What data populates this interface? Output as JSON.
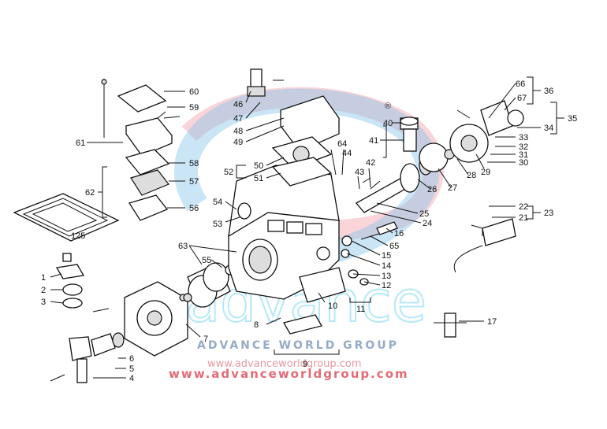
{
  "watermark": {
    "company": "ADVANCE WORLD GROUP",
    "url_light": "www.advanceworldgroup.com",
    "url_bold": "www.advanceworldgroup.com",
    "brand": "advance",
    "registered": "®",
    "colors": {
      "blue": "#5aa9dc",
      "red": "#e05a66",
      "light_blue": "#aee6f8"
    }
  },
  "labels": {
    "l1": "1",
    "l2": "2",
    "l3": "3",
    "l4": "4",
    "l5": "5",
    "l6": "6",
    "l7": "7",
    "l8": "8",
    "l9": "9",
    "l10": "10",
    "l11": "11",
    "l12": "12",
    "l13": "13",
    "l14": "14",
    "l15": "15",
    "l16": "16",
    "l17": "17",
    "l21": "21",
    "l22": "22",
    "l23": "23",
    "l24": "24",
    "l25": "25",
    "l26": "26",
    "l27": "27",
    "l28": "28",
    "l29": "29",
    "l30": "30",
    "l31": "31",
    "l32": "32",
    "l33": "33",
    "l34": "34",
    "l35": "35",
    "l36": "36",
    "l40": "40",
    "l41": "41",
    "l42": "42",
    "l43": "43",
    "l44": "44",
    "l46": "46",
    "l47": "47",
    "l48": "48",
    "l49": "49",
    "l50": "50",
    "l51": "51",
    "l52": "52",
    "l53": "53",
    "l54": "54",
    "l55": "55",
    "l56": "56",
    "l57": "57",
    "l58": "58",
    "l59": "59",
    "l60": "60",
    "l61": "61",
    "l62": "62",
    "l63": "63",
    "l64": "64",
    "l65": "65",
    "l66": "66",
    "l67": "67"
  },
  "gasket_mark": "125"
}
